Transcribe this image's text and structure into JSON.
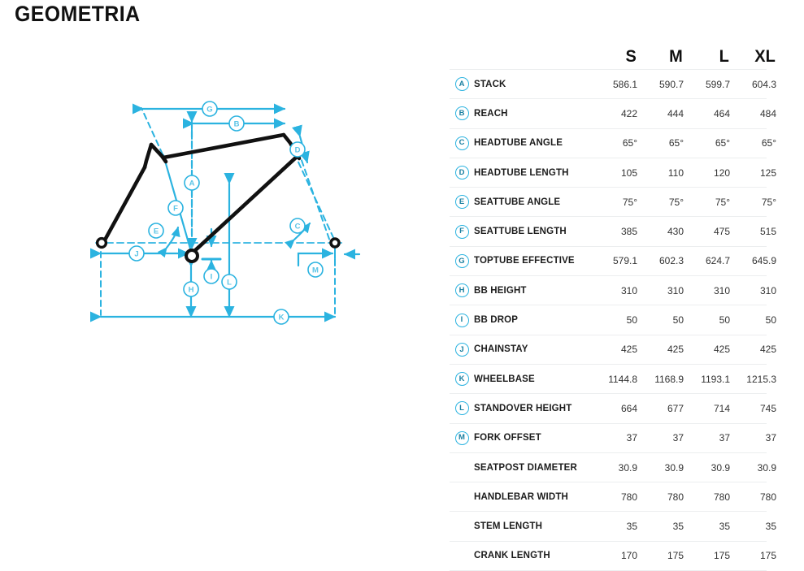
{
  "page": {
    "title": "GEOMETRIA",
    "accent_cyan": "#2bb3e0",
    "frame_black": "#111111",
    "row_divider": "#eceeef"
  },
  "table": {
    "size_header_blank": "",
    "sizes": [
      "S",
      "M",
      "L",
      "XL"
    ],
    "rows": [
      {
        "badge": "A",
        "label": "STACK",
        "values": [
          "586.1",
          "590.7",
          "599.7",
          "604.3"
        ]
      },
      {
        "badge": "B",
        "label": "REACH",
        "values": [
          "422",
          "444",
          "464",
          "484"
        ]
      },
      {
        "badge": "C",
        "label": "HEADTUBE ANGLE",
        "values": [
          "65°",
          "65°",
          "65°",
          "65°"
        ]
      },
      {
        "badge": "D",
        "label": "HEADTUBE LENGTH",
        "values": [
          "105",
          "110",
          "120",
          "125"
        ]
      },
      {
        "badge": "E",
        "label": "SEATTUBE ANGLE",
        "values": [
          "75°",
          "75°",
          "75°",
          "75°"
        ]
      },
      {
        "badge": "F",
        "label": "SEATTUBE LENGTH",
        "values": [
          "385",
          "430",
          "475",
          "515"
        ]
      },
      {
        "badge": "G",
        "label": "TOPTUBE EFFECTIVE",
        "values": [
          "579.1",
          "602.3",
          "624.7",
          "645.9"
        ]
      },
      {
        "badge": "H",
        "label": "BB HEIGHT",
        "values": [
          "310",
          "310",
          "310",
          "310"
        ]
      },
      {
        "badge": "I",
        "label": "BB DROP",
        "values": [
          "50",
          "50",
          "50",
          "50"
        ]
      },
      {
        "badge": "J",
        "label": "CHAINSTAY",
        "values": [
          "425",
          "425",
          "425",
          "425"
        ]
      },
      {
        "badge": "K",
        "label": "WHEELBASE",
        "values": [
          "1144.8",
          "1168.9",
          "1193.1",
          "1215.3"
        ]
      },
      {
        "badge": "L",
        "label": "STANDOVER HEIGHT",
        "values": [
          "664",
          "677",
          "714",
          "745"
        ]
      },
      {
        "badge": "M",
        "label": "FORK OFFSET",
        "values": [
          "37",
          "37",
          "37",
          "37"
        ]
      },
      {
        "badge": "",
        "label": "SEATPOST DIAMETER",
        "values": [
          "30.9",
          "30.9",
          "30.9",
          "30.9"
        ]
      },
      {
        "badge": "",
        "label": "HANDLEBAR WIDTH",
        "values": [
          "780",
          "780",
          "780",
          "780"
        ]
      },
      {
        "badge": "",
        "label": "STEM LENGTH",
        "values": [
          "35",
          "35",
          "35",
          "35"
        ]
      },
      {
        "badge": "",
        "label": "CRANK LENGTH",
        "values": [
          "170",
          "175",
          "175",
          "175"
        ]
      }
    ]
  },
  "diagram": {
    "caption": "Bicycle frame geometry diagram",
    "markers": [
      {
        "id": "A",
        "meaning": "stack"
      },
      {
        "id": "B",
        "meaning": "reach"
      },
      {
        "id": "C",
        "meaning": "headtube-angle"
      },
      {
        "id": "D",
        "meaning": "headtube-length"
      },
      {
        "id": "E",
        "meaning": "seattube-angle"
      },
      {
        "id": "F",
        "meaning": "seattube-length"
      },
      {
        "id": "G",
        "meaning": "toptube-effective"
      },
      {
        "id": "H",
        "meaning": "bb-height"
      },
      {
        "id": "I",
        "meaning": "bb-drop"
      },
      {
        "id": "J",
        "meaning": "chainstay"
      },
      {
        "id": "K",
        "meaning": "wheelbase"
      },
      {
        "id": "L",
        "meaning": "standover-height"
      },
      {
        "id": "M",
        "meaning": "fork-offset"
      }
    ]
  }
}
